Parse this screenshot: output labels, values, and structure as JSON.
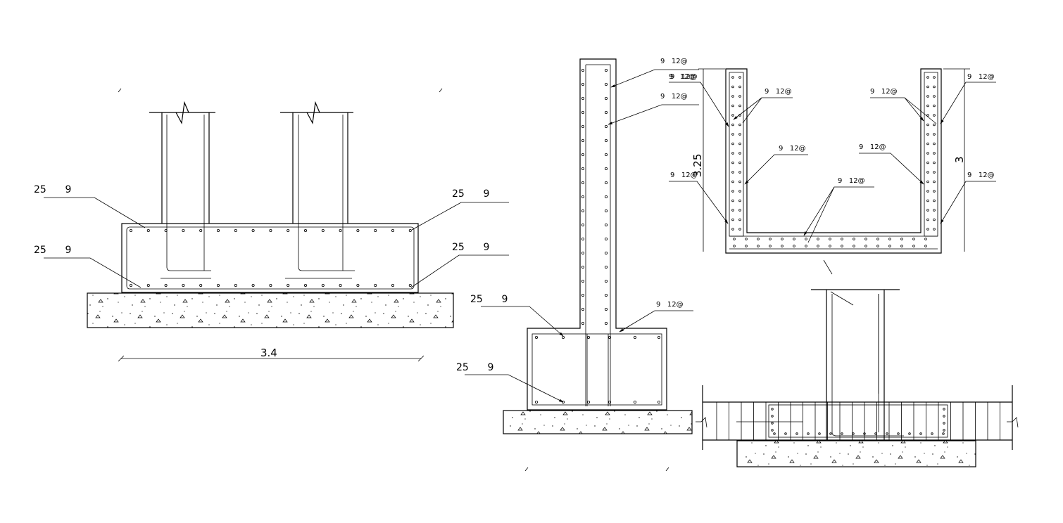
{
  "colors": {
    "line": "#000000",
    "background": "#ffffff"
  },
  "left_footing": {
    "labels": {
      "top_left": "25      9",
      "top_right": "25      9",
      "bottom_left": "25      9",
      "bottom_right": "25      9"
    },
    "dimension": "3.4"
  },
  "middle_wall": {
    "labels": {
      "stem_top": "9   12@",
      "stem_inner": "9   12@",
      "stem_mid": "9   12@",
      "footing_left": "25      9",
      "footing_right": "9   12@",
      "footing_bottom": "25      9"
    }
  },
  "u_channel": {
    "labels": {
      "left_outer_top": "9   12@",
      "left_inner_top": "9   12@",
      "left_inner_mid": "9   12@",
      "left_outer_mid": "9   12@",
      "bottom": "9   12@",
      "right_inner_top": "9   12@",
      "right_inner_mid": "9   12@",
      "right_outer_top": "9   12@",
      "right_outer_mid": "9   12@"
    },
    "dim_left": "3.25",
    "dim_right": "3"
  }
}
